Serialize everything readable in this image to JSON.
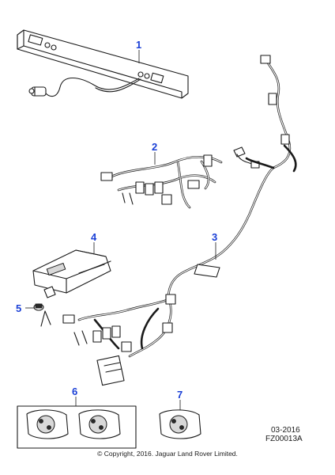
{
  "callouts": [
    "1",
    "2",
    "3",
    "4",
    "5",
    "6",
    "7"
  ],
  "reference": {
    "date": "03-2016",
    "code": "FZ00013A"
  },
  "copyright": "© Copyright, 2016. Jaguar Land Rover Limited.",
  "colors": {
    "callout": "#1a3fd6",
    "line": "#1a1a1a"
  }
}
